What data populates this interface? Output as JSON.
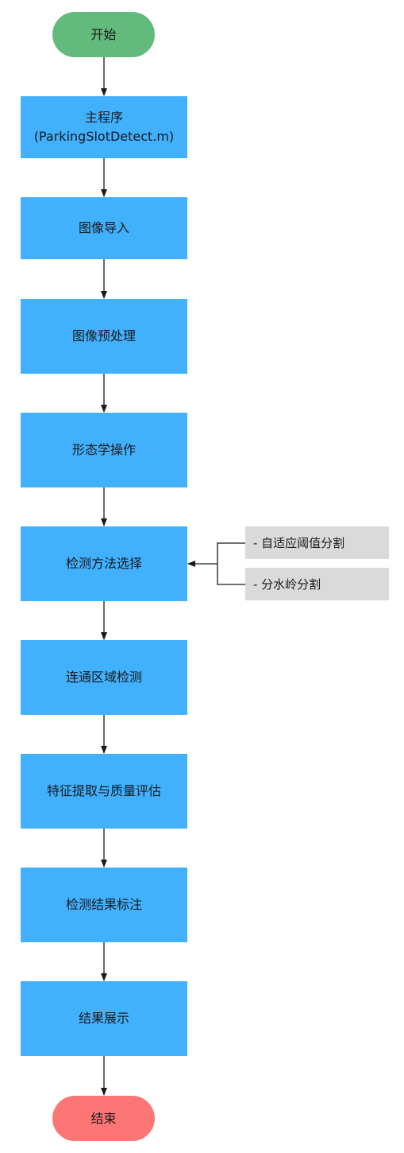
{
  "flowchart": {
    "start": "开始",
    "end": "结束",
    "steps": [
      {
        "line1": "主程序",
        "line2": "(ParkingSlotDetect.m)"
      },
      {
        "line1": "图像导入"
      },
      {
        "line1": "图像预处理"
      },
      {
        "line1": "形态学操作"
      },
      {
        "line1": "检测方法选择"
      },
      {
        "line1": "连通区域检测"
      },
      {
        "line1": "特征提取与质量评估"
      },
      {
        "line1": "检测结果标注"
      },
      {
        "line1": "结果展示"
      }
    ],
    "options": [
      "- 自适应阈值分割",
      "- 分水岭分割"
    ],
    "colors": {
      "start": "#62ba7c",
      "end": "#fd7676",
      "process": "#41b0fd",
      "option": "#dadada",
      "arrow": "#1a1a1a"
    }
  }
}
